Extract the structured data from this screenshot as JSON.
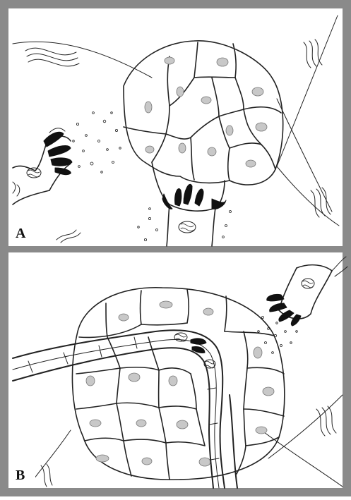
{
  "figure": {
    "frame_color": "#8a8a8a",
    "line_color": "#222222",
    "nucleus_fill": "#c8c8c8",
    "finger_fill": "#111111"
  },
  "panels": [
    {
      "label": "A",
      "icon": "panel-a-illustration"
    },
    {
      "label": "B",
      "icon": "panel-b-illustration"
    }
  ]
}
